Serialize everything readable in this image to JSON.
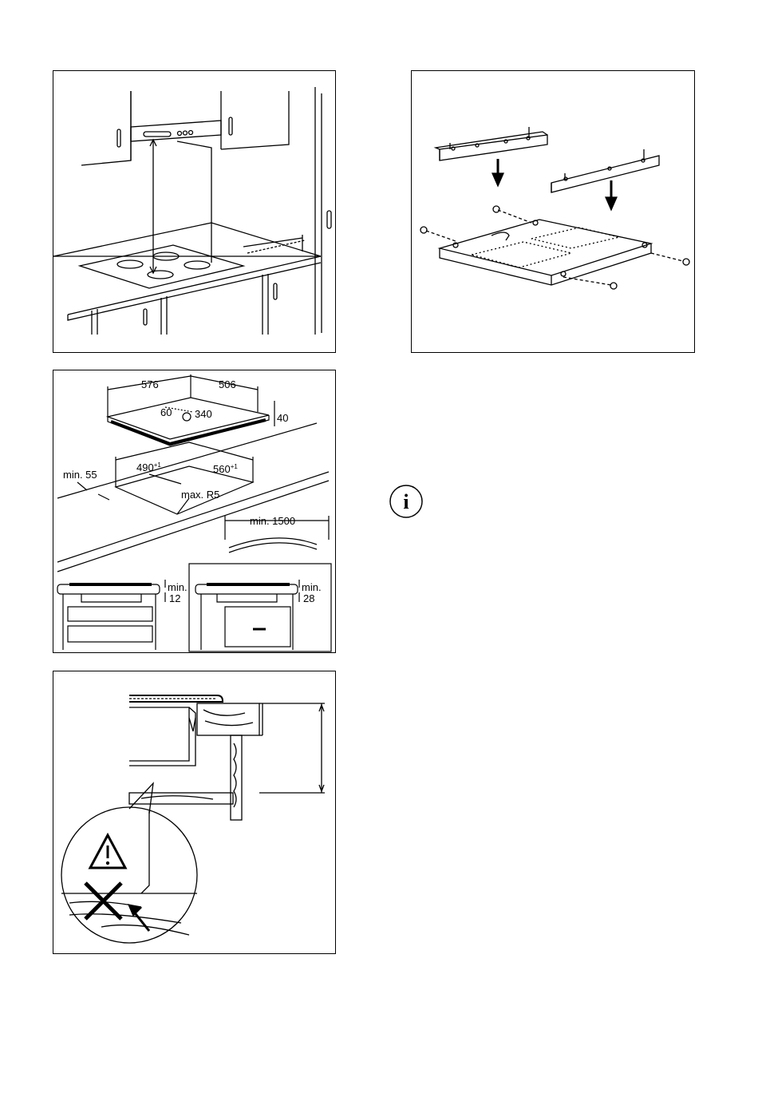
{
  "panels": {
    "cooker_hood": {},
    "brackets": {},
    "dimensions": {
      "width": "576",
      "depth": "506",
      "cable_offset": "60",
      "cable_pos": "340",
      "height": "40",
      "cutout_w": "490",
      "cutout_w_tol": "+1",
      "cutout_d": "560",
      "cutout_d_tol": "+1",
      "min_edge_label": "min. 55",
      "radius_label": "max. R5",
      "cable_label": "min. 1500",
      "min_label": "min.",
      "clearance_a": "12",
      "clearance_b": "28"
    },
    "warning": {}
  },
  "info_icon": {
    "glyph": "i"
  }
}
